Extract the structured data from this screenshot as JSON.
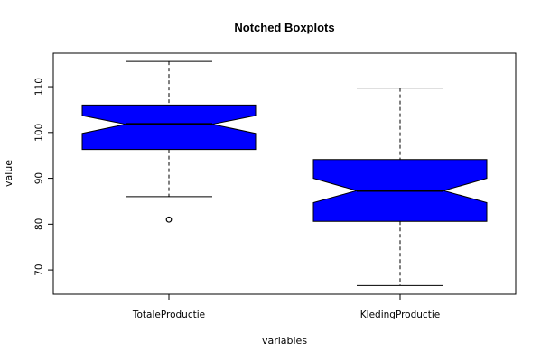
{
  "chart_data": {
    "type": "boxplot",
    "title": "Notched Boxplots",
    "xlabel": "variables",
    "ylabel": "value",
    "ylim": [
      64.7,
      117.3
    ],
    "yticks": [
      70,
      80,
      90,
      100,
      110
    ],
    "box_fill": "#0000ff",
    "series": [
      {
        "name": "TotaleProductie",
        "whisker_low": 86.0,
        "q1": 96.3,
        "median": 101.8,
        "q3": 106.0,
        "whisker_high": 115.5,
        "notch_low": 99.8,
        "notch_high": 103.7,
        "outliers": [
          81.0
        ]
      },
      {
        "name": "KledingProductie",
        "whisker_low": 66.6,
        "q1": 80.6,
        "median": 87.3,
        "q3": 94.1,
        "whisker_high": 109.7,
        "notch_low": 84.7,
        "notch_high": 90.0,
        "outliers": []
      }
    ]
  }
}
